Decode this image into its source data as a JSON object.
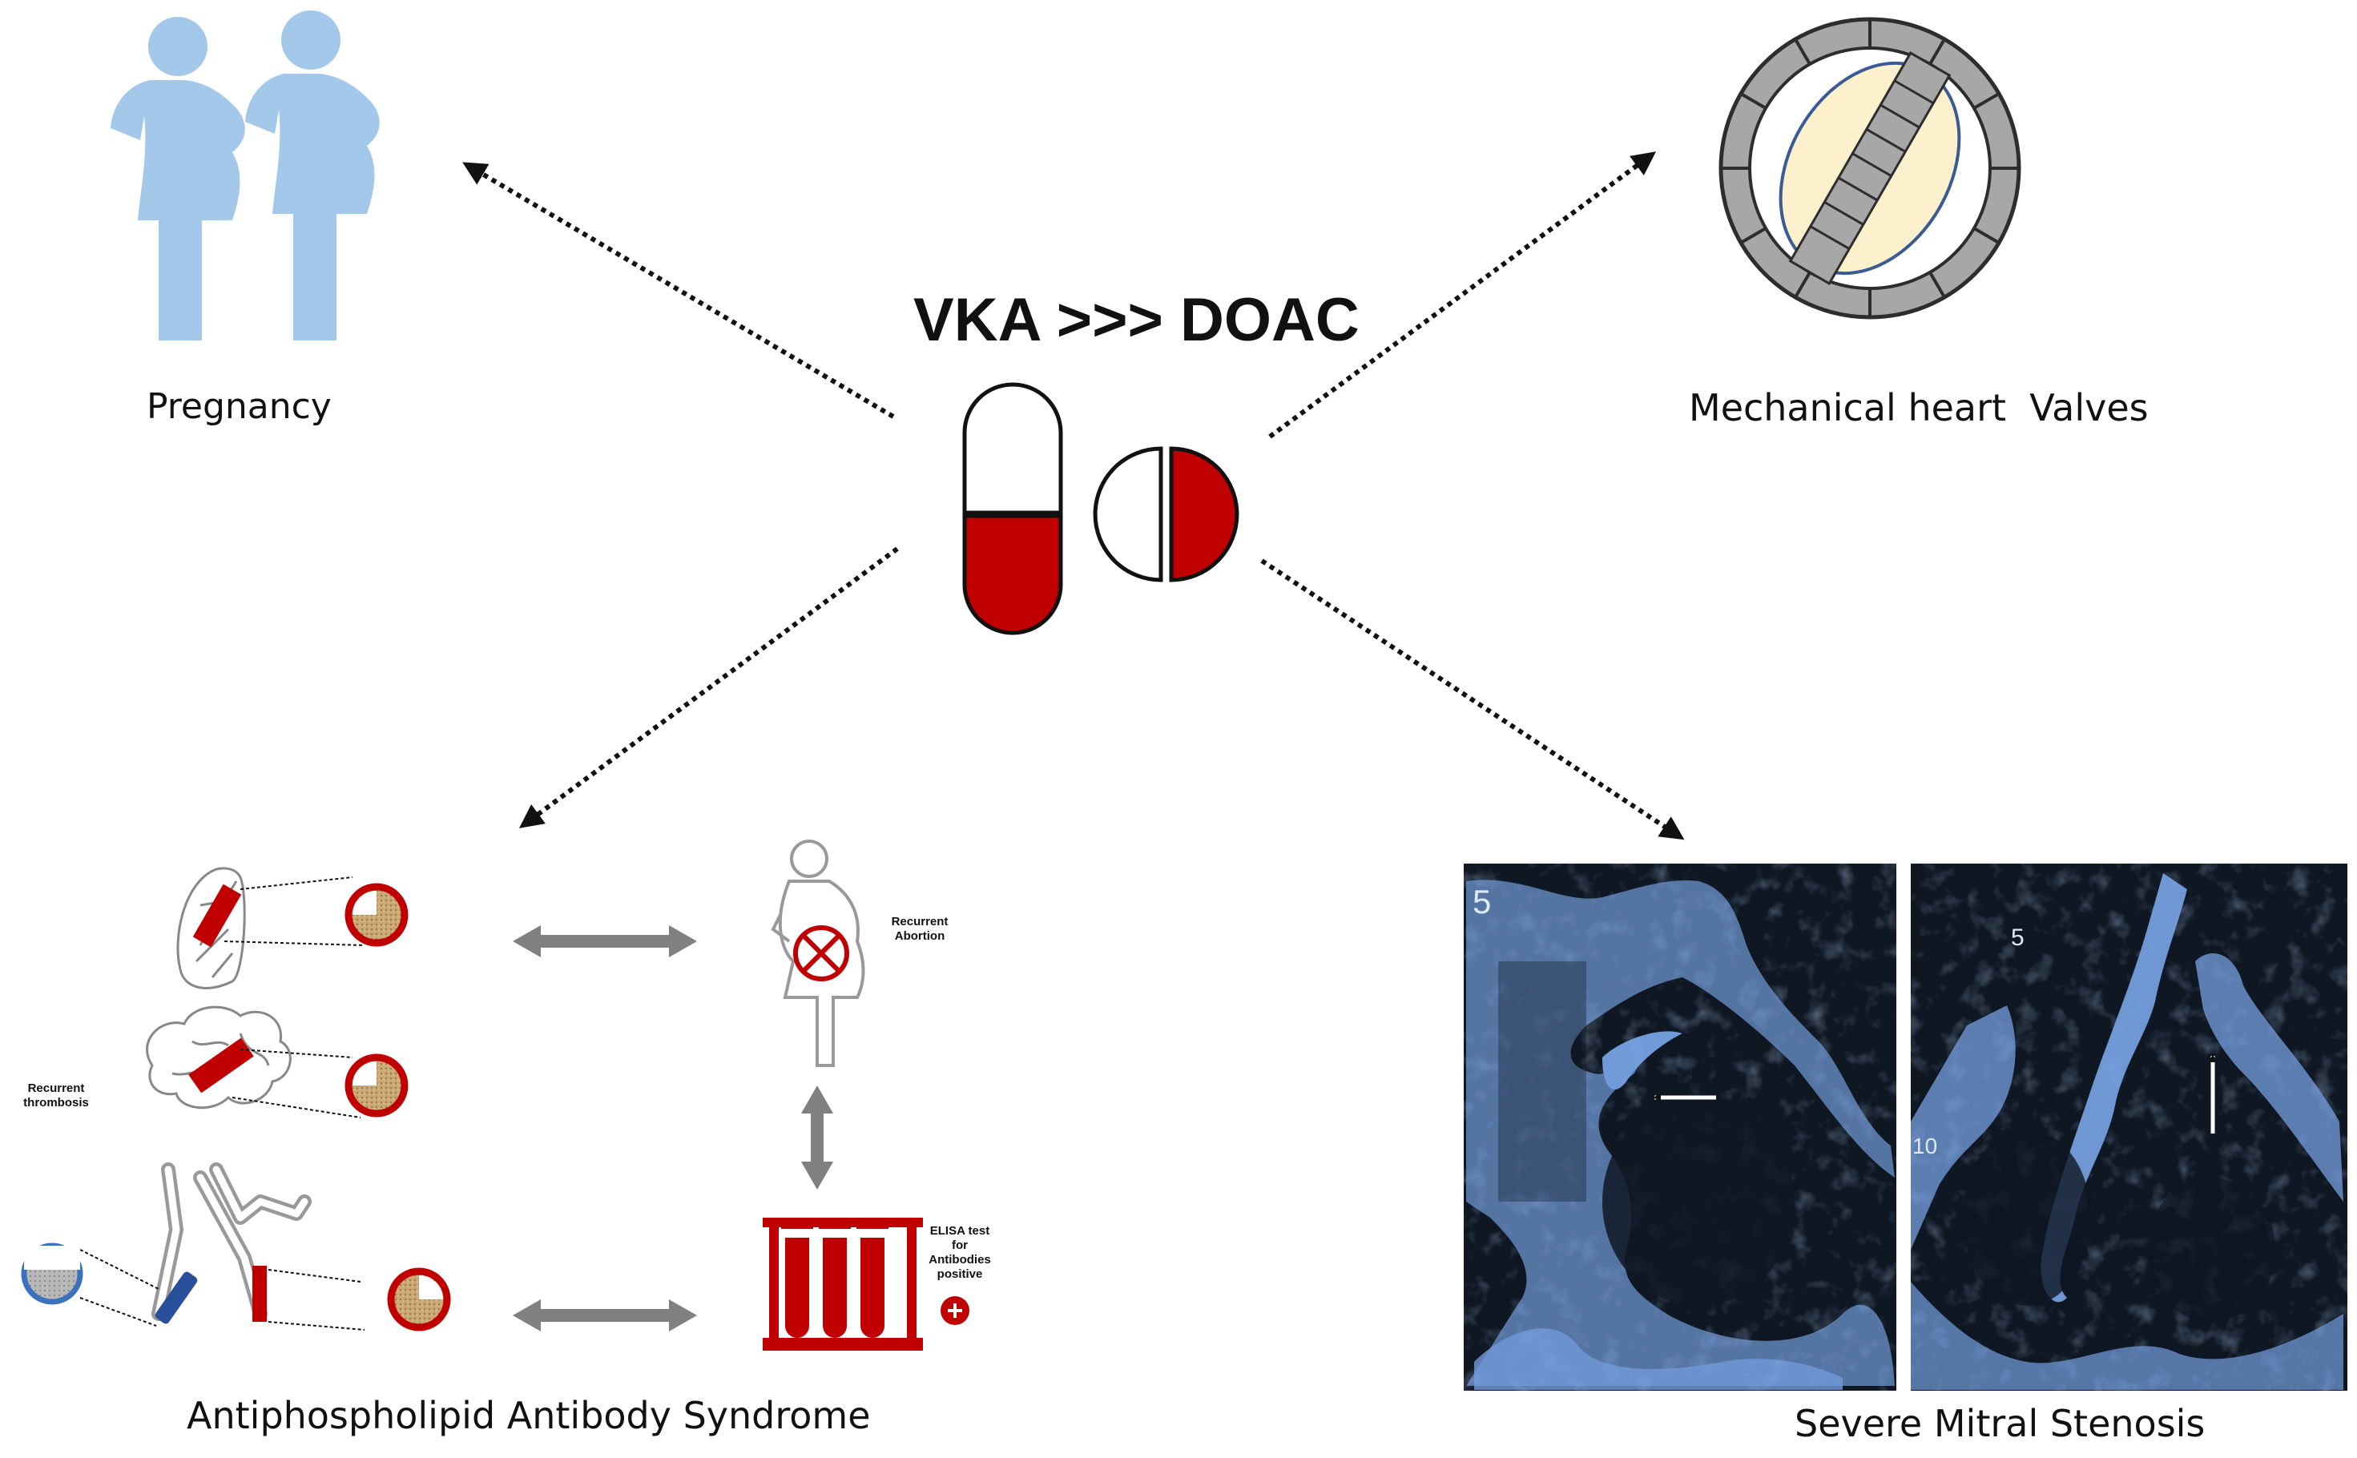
{
  "title": "VKA >>> DOAC",
  "labels": {
    "pregnancy": "Pregnancy",
    "mechanical_valves": "Mechanical heart  Valves",
    "aps": "Antiphospholipid Antibody Syndrome",
    "mitral_stenosis": "Severe Mitral Stenosis"
  },
  "aps_panel": {
    "recurrent_abortion": [
      "Recurrent",
      "Abortion"
    ],
    "recurrent_thrombosis": [
      "Recurrent",
      "thrombosis"
    ],
    "elisa": [
      "ELISA test",
      "for",
      "Antibodies",
      "positive"
    ]
  },
  "echo_marks": {
    "left_depth": "5",
    "right_depth_top": "5",
    "right_depth_bottom": "10"
  },
  "colors": {
    "pill_red": "#c00000",
    "figure_blue": "#a3c8ea",
    "valve_gray": "#a0a0a0",
    "leaflet_cream": "#fdf0cc",
    "echo_bg": "#0f1723",
    "echo_tissue": "#7aa6e8",
    "arrow_gray": "#808080"
  }
}
